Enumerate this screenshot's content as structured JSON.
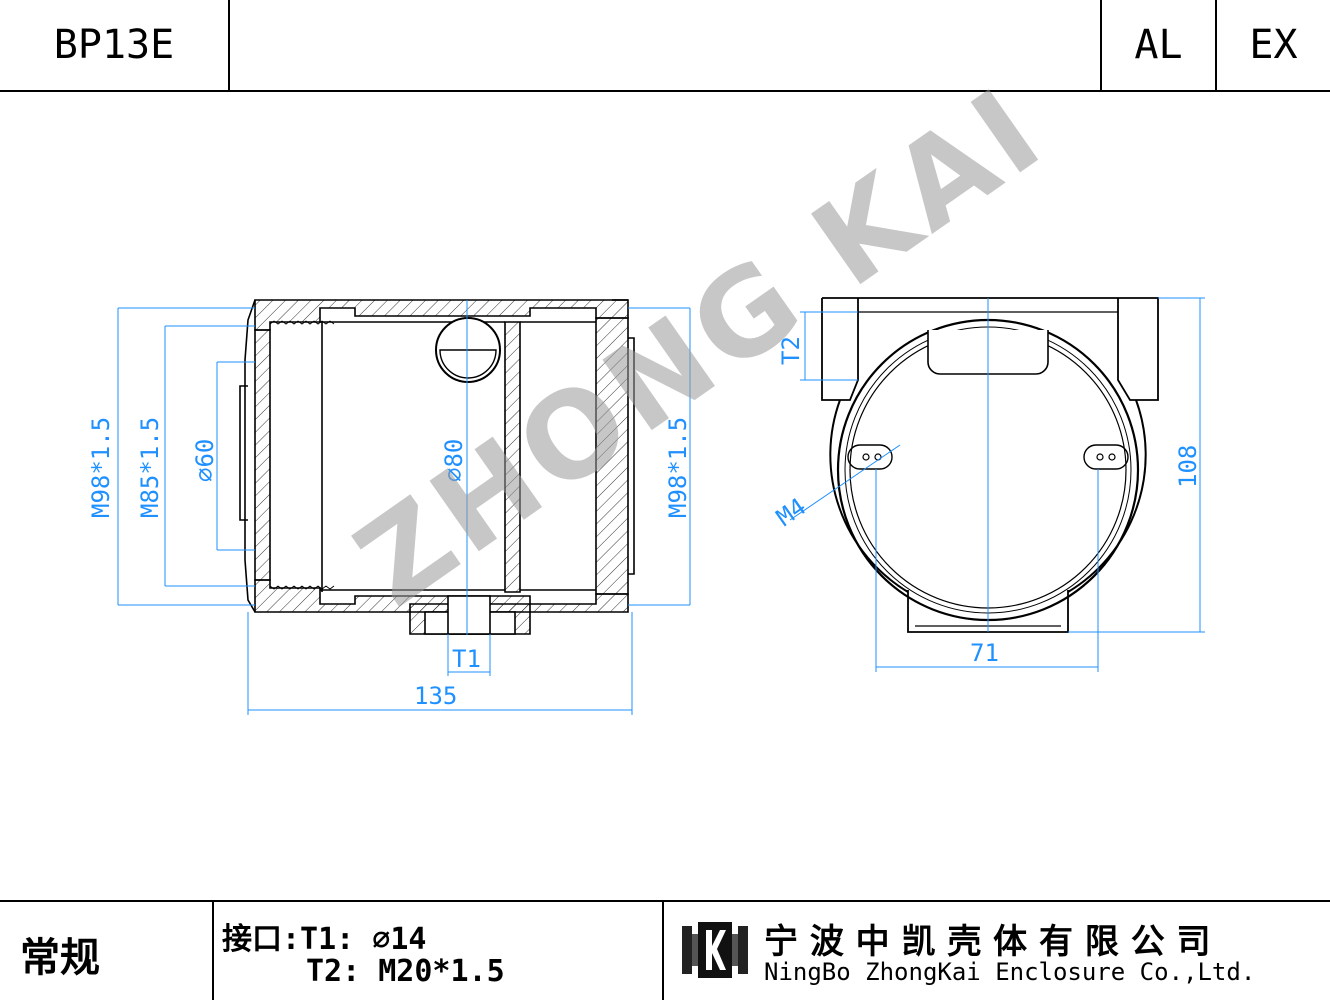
{
  "header": {
    "model": "BP13E",
    "badge_left": "AL",
    "badge_right": "EX"
  },
  "dimensions": {
    "side_left_thread": "M98*1.5",
    "side_left_thread2": "M85*1.5",
    "side_bore": "⌀60",
    "side_inner": "⌀80",
    "side_right_thread": "M98*1.5",
    "port_t1": "T1",
    "length": "135",
    "port_t2": "T2",
    "screw": "M4",
    "width": "71",
    "height": "108"
  },
  "watermark": "ZHONG KAI",
  "footer": {
    "category": "常规",
    "ports_line1": "接口:T1: ⌀14",
    "ports_line2": "T2: M20*1.5",
    "company_cn": "宁 波 中 凯 壳 体 有 限 公 司",
    "company_en": "NingBo ZhongKai Enclosure Co.,Ltd."
  },
  "colors": {
    "dimension": "#1e90ff",
    "line": "#000000",
    "hatch": "#000000"
  }
}
